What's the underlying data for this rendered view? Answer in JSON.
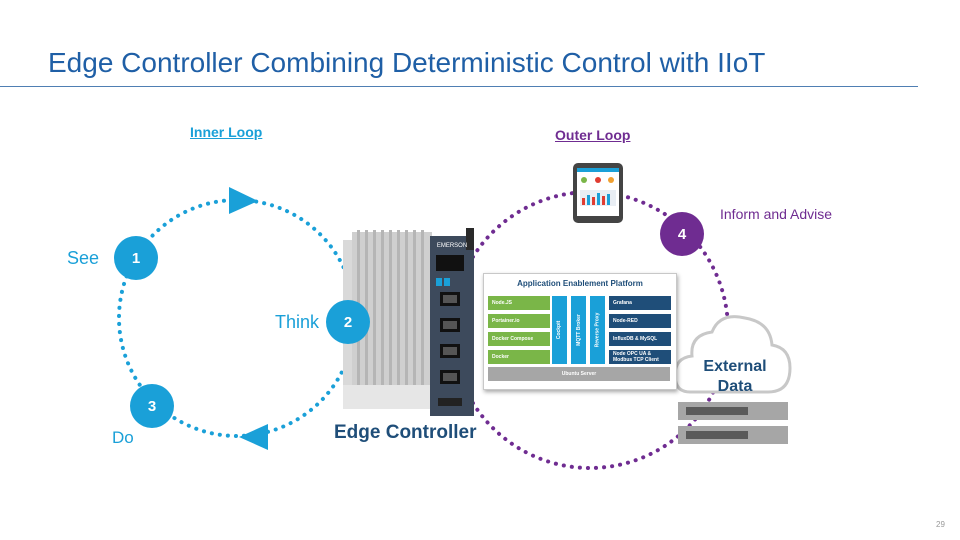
{
  "title": "Edge Controller Combining Deterministic Control with IIoT",
  "inner_loop": "Inner Loop",
  "outer_loop": "Outer Loop",
  "steps": [
    {
      "num": "1",
      "label": "See"
    },
    {
      "num": "2",
      "label": "Think"
    },
    {
      "num": "3",
      "label": "Do"
    },
    {
      "num": "4",
      "label": "Inform and Advise"
    }
  ],
  "edge_controller": "Edge Controller",
  "device_brand": "EMERSON",
  "platform": {
    "title": "Application Enablement Platform",
    "left_items": [
      "Node.JS",
      "Portainer.io",
      "Docker Compose",
      "Docker"
    ],
    "middle_items": [
      "Cockpit",
      "MQTT Broker",
      "Reverse Proxy"
    ],
    "right_items": [
      "Grafana",
      "Node-RED",
      "InfluxDB & MySQL",
      "Node OPC UA & Modbus TCP Client"
    ],
    "base": "Ubuntu Server"
  },
  "external_data": [
    "External",
    "Data"
  ],
  "page_number": "29",
  "colors": {
    "inner": "#1aa0d8",
    "outer": "#6f2c91",
    "title": "#1f5fa6",
    "navy": "#1f4e79",
    "green": "#7ab648"
  }
}
